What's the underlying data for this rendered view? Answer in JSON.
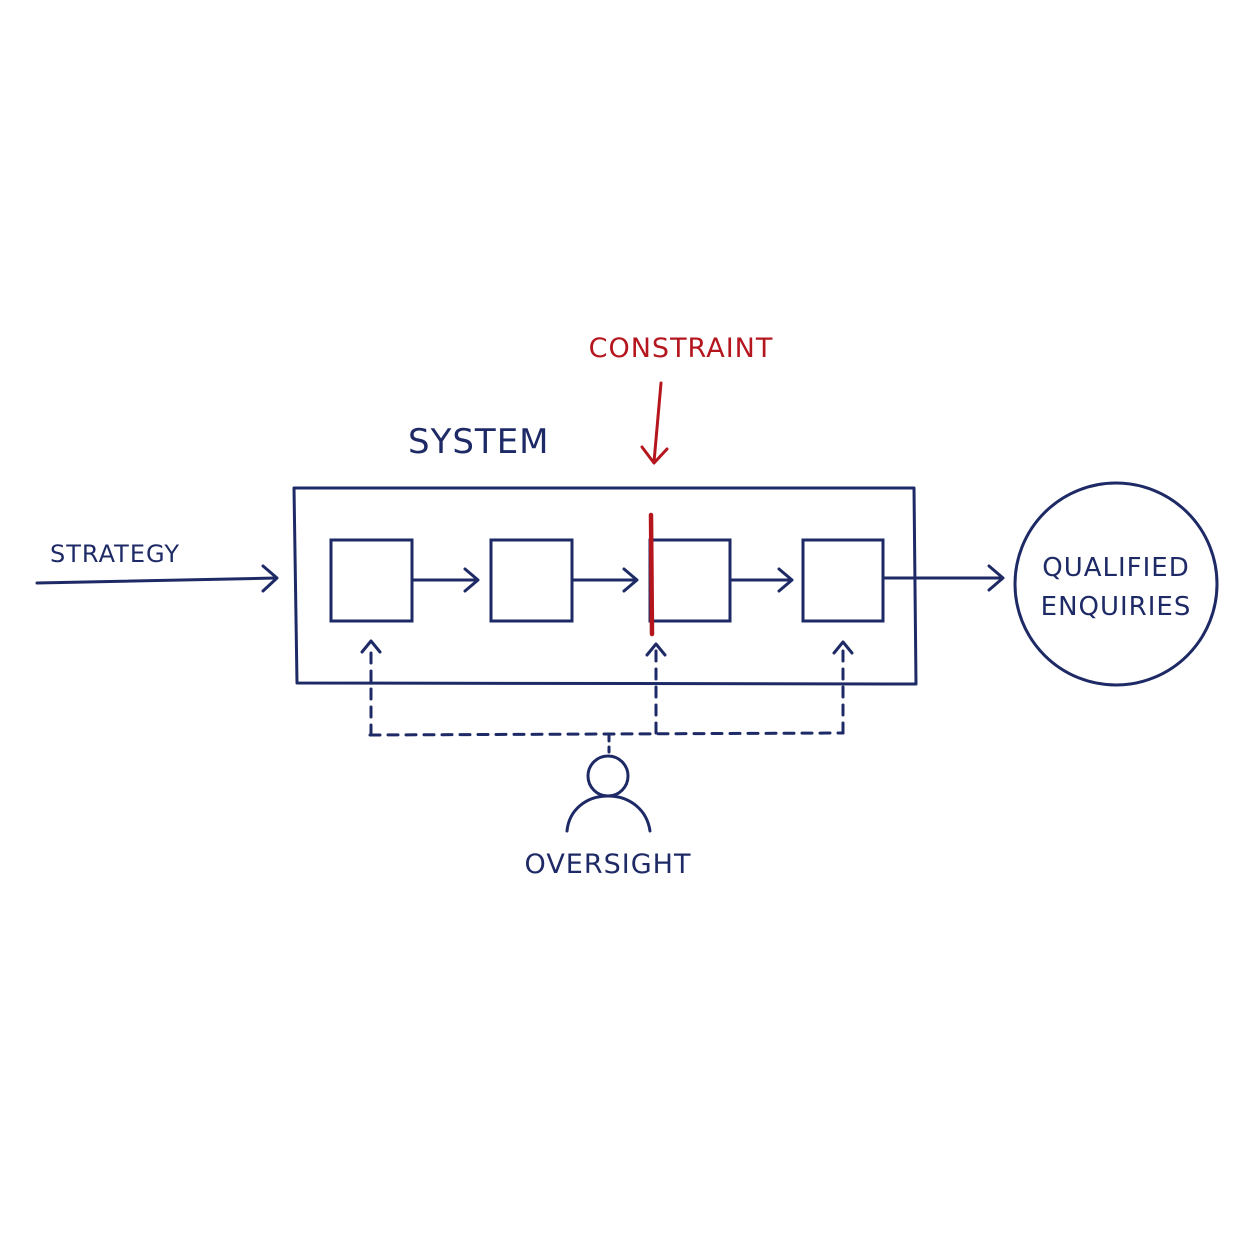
{
  "labels": {
    "strategy": "STRATEGY",
    "system": "SYSTEM",
    "constraint": "CONSTRAINT",
    "output_line1": "QUALIFIED",
    "output_line2": "ENQUIRIES",
    "oversight": "OVERSIGHT"
  },
  "colors": {
    "ink": "#1e2a66",
    "constraint": "#b5161e",
    "background": "#ffffff"
  },
  "icons": {
    "oversight": "person-icon"
  }
}
